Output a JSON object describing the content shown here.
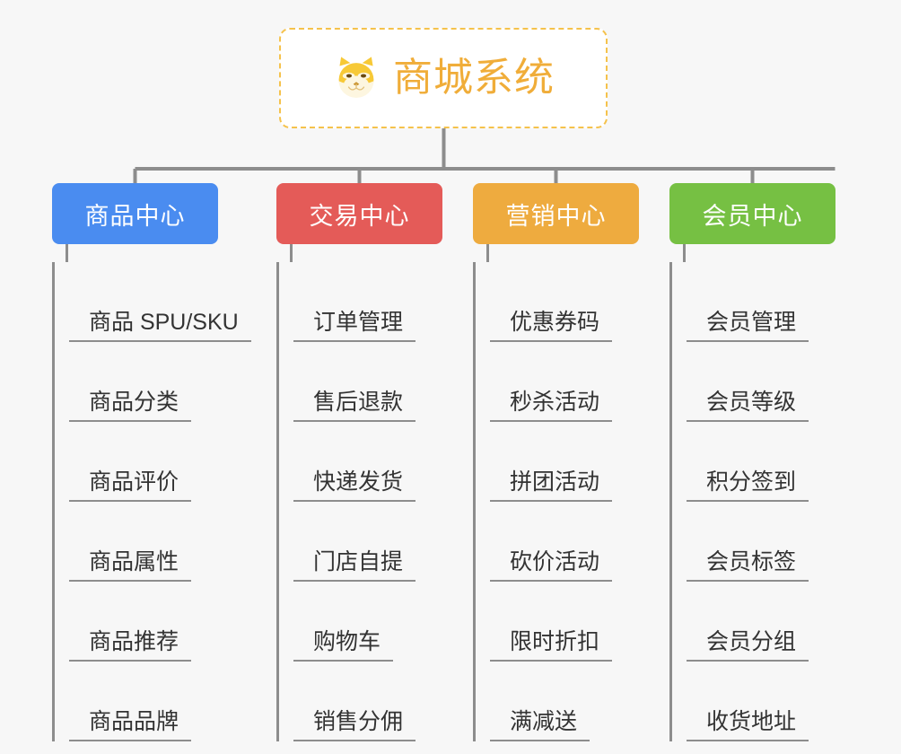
{
  "diagram": {
    "type": "mindmap-org-chart",
    "background_color": "#f7f7f7",
    "connector_color": "#8d8d8d"
  },
  "root": {
    "label": "商城系统",
    "icon": "shiba-dog-face-icon",
    "text_color": "#f0ad39",
    "border_color": "#f5c24c",
    "background_color": "#ffffff"
  },
  "branches": [
    {
      "title": "商品中心",
      "color": "#4a8cf0",
      "items": [
        "商品 SPU/SKU",
        "商品分类",
        "商品评价",
        "商品属性",
        "商品推荐",
        "商品品牌"
      ]
    },
    {
      "title": "交易中心",
      "color": "#e45b58",
      "items": [
        "订单管理",
        "售后退款",
        "快递发货",
        "门店自提",
        "购物车",
        "销售分佣"
      ]
    },
    {
      "title": "营销中心",
      "color": "#eeab3f",
      "items": [
        "优惠券码",
        "秒杀活动",
        "拼团活动",
        "砍价活动",
        "限时折扣",
        "满减送"
      ]
    },
    {
      "title": "会员中心",
      "color": "#76c043",
      "items": [
        "会员管理",
        "会员等级",
        "积分签到",
        "会员标签",
        "会员分组",
        "收货地址"
      ]
    }
  ]
}
